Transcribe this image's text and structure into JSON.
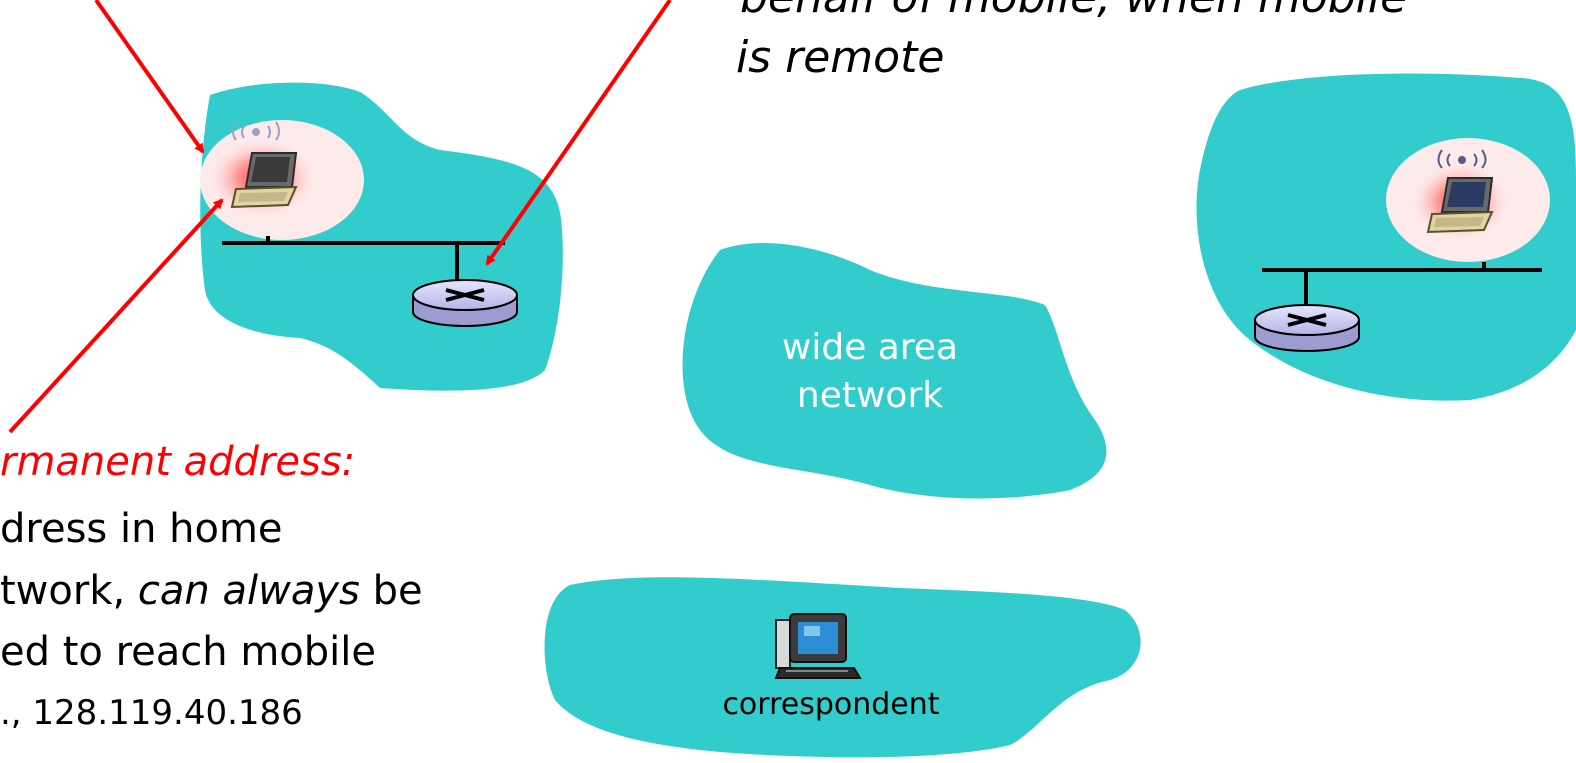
{
  "top_caption": {
    "line1": "behalf of mobile, when mobile",
    "line2": "is remote"
  },
  "wan": {
    "line1": "wide area",
    "line2": "network"
  },
  "correspondent": {
    "label": "correspondent"
  },
  "permanent_address": {
    "title": "rmanent address:",
    "line1": "dress in home",
    "line2_part1": "twork, ",
    "line2_italic": "can always",
    "line2_part2": " be",
    "line3": "ed to reach mobile",
    "line4": "., 128.119.40.186"
  },
  "colors": {
    "cloud": "#33CCCC",
    "arrow": "#FF0000",
    "highlight": "#FDEAEA",
    "router": "#C8C8F0",
    "title_text": "#FF0000"
  }
}
